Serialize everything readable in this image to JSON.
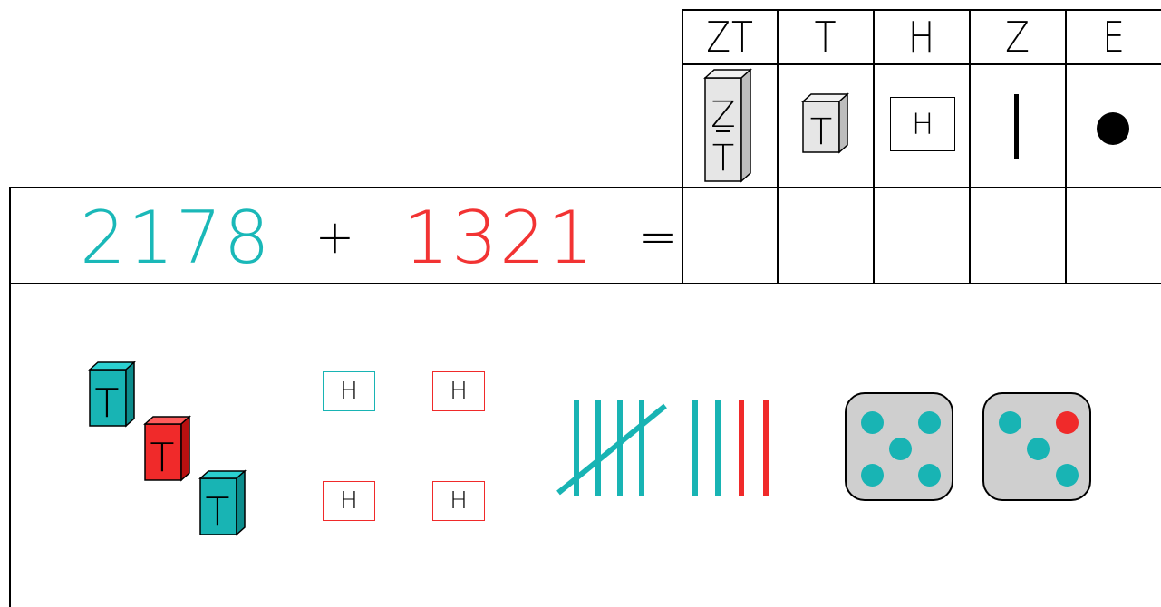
{
  "place_value_table": {
    "headers": [
      "ZT",
      "T",
      "H",
      "Z",
      "E"
    ],
    "symbols": {
      "zt_block_letters": [
        "Z",
        "T"
      ],
      "t_block_letter": "T",
      "h_square_letter": "H"
    }
  },
  "equation": {
    "addend1": "2178",
    "plus": "+",
    "addend2": "1321",
    "equals": "=",
    "addend1_color": "#1ab8b8",
    "addend2_color": "#f23333"
  },
  "manipulatives": {
    "thousand_blocks": [
      {
        "letter": "T",
        "color": "#18b4b4"
      },
      {
        "letter": "T",
        "color": "#f02a2a"
      },
      {
        "letter": "T",
        "color": "#18b4b4"
      }
    ],
    "hundred_squares": [
      {
        "letter": "H",
        "color": "#18b4b4"
      },
      {
        "letter": "H",
        "color": "#f02a2a"
      },
      {
        "letter": "H",
        "color": "#f02a2a"
      },
      {
        "letter": "H",
        "color": "#f02a2a"
      }
    ],
    "tally": {
      "teal_count": 7,
      "red_count": 2
    },
    "dice": [
      {
        "pips": [
          "teal",
          "teal",
          "teal",
          "teal",
          "teal"
        ]
      },
      {
        "pips": [
          "teal",
          "red",
          "teal",
          "teal"
        ]
      }
    ]
  },
  "colors": {
    "teal": "#18b4b4",
    "red": "#f02a2a",
    "die_face": "#cfcfcf",
    "block_grey": "#e6e6e6"
  }
}
